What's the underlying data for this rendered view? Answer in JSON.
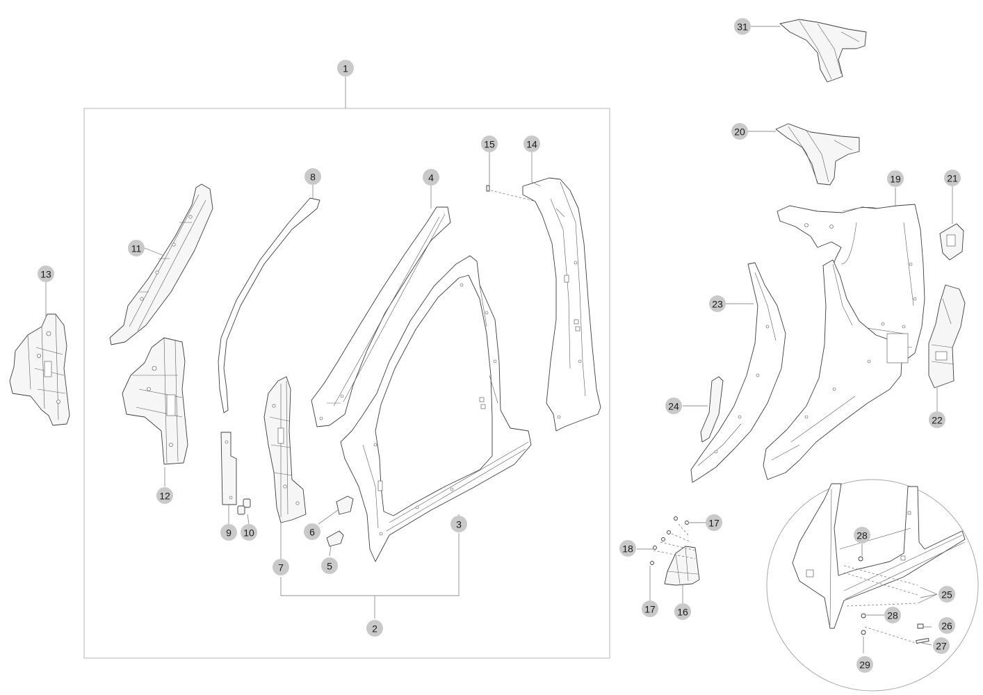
{
  "callouts": [
    {
      "key": "c1",
      "label": "1"
    },
    {
      "key": "c2",
      "label": "2"
    },
    {
      "key": "c3",
      "label": "3"
    },
    {
      "key": "c4",
      "label": "4"
    },
    {
      "key": "c5",
      "label": "5"
    },
    {
      "key": "c6",
      "label": "6"
    },
    {
      "key": "c7",
      "label": "7"
    },
    {
      "key": "c8",
      "label": "8"
    },
    {
      "key": "c9",
      "label": "9"
    },
    {
      "key": "c10",
      "label": "10"
    },
    {
      "key": "c11",
      "label": "11"
    },
    {
      "key": "c12",
      "label": "12"
    },
    {
      "key": "c13",
      "label": "13"
    },
    {
      "key": "c14",
      "label": "14"
    },
    {
      "key": "c15",
      "label": "15"
    },
    {
      "key": "c16",
      "label": "16"
    },
    {
      "key": "c17a",
      "label": "17"
    },
    {
      "key": "c17b",
      "label": "17"
    },
    {
      "key": "c18",
      "label": "18"
    },
    {
      "key": "c19",
      "label": "19"
    },
    {
      "key": "c20",
      "label": "20"
    },
    {
      "key": "c21",
      "label": "21"
    },
    {
      "key": "c22",
      "label": "22"
    },
    {
      "key": "c23",
      "label": "23"
    },
    {
      "key": "c24",
      "label": "24"
    },
    {
      "key": "c25",
      "label": "25"
    },
    {
      "key": "c26",
      "label": "26"
    },
    {
      "key": "c27",
      "label": "27"
    },
    {
      "key": "c28a",
      "label": "28"
    },
    {
      "key": "c28b",
      "label": "28"
    },
    {
      "key": "c29",
      "label": "29"
    },
    {
      "key": "c31",
      "label": "31"
    }
  ],
  "colors": {
    "callout_fill": "#c9c9c9",
    "line": "#3c3c3c",
    "frame": "#b7b7b7"
  }
}
